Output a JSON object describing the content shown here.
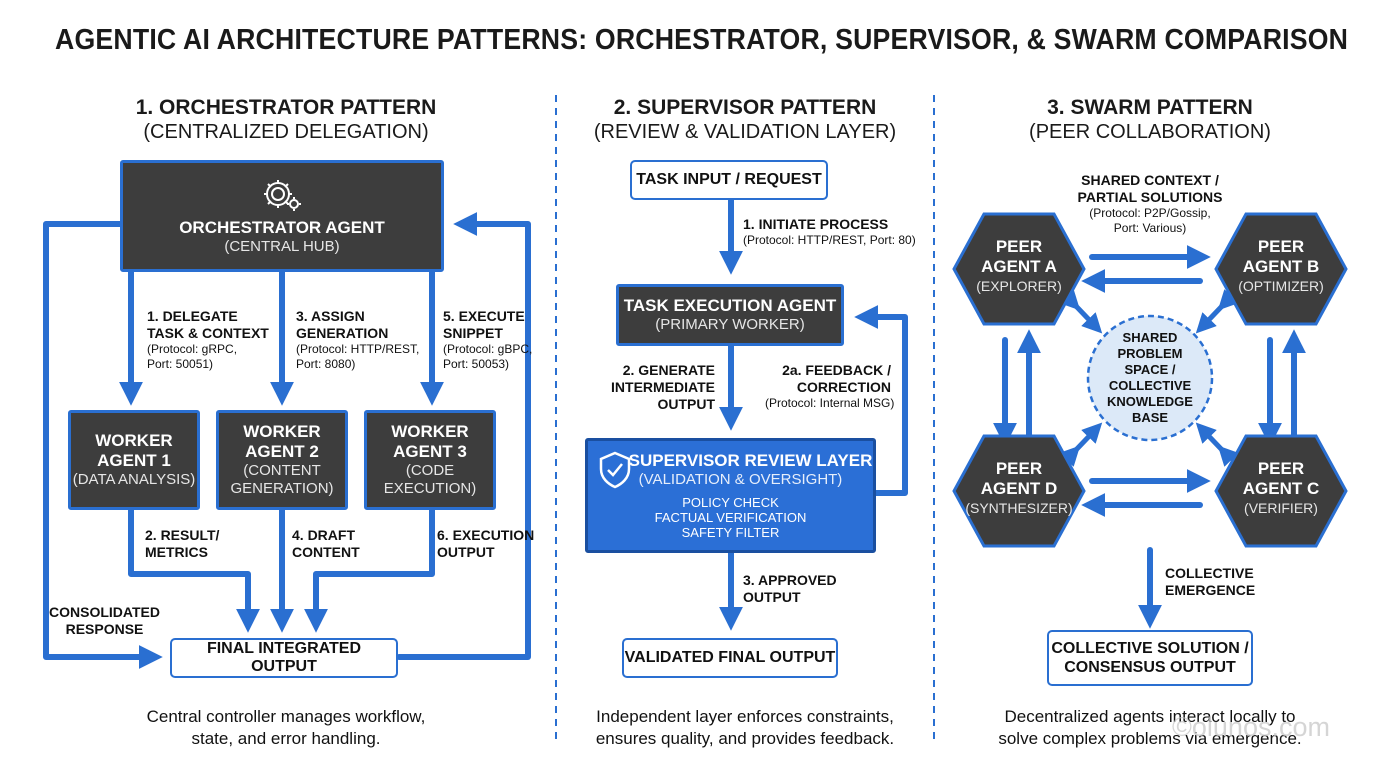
{
  "title": "AGENTIC AI ARCHITECTURE PATTERNS: ORCHESTRATOR, SUPERVISOR, & SWARM COMPARISON",
  "colors": {
    "accent": "#2a6fd1",
    "dark_box": "#3d3d3d",
    "review_layer": "#2b6fd6",
    "swarm_space": "#dce9f8"
  },
  "orchestrator": {
    "title": "1. ORCHESTRATOR PATTERN",
    "subtitle": "(CENTRALIZED DELEGATION)",
    "hub": {
      "icon": "gear-icon",
      "title": "ORCHESTRATOR AGENT",
      "subtitle": "(CENTRAL HUB)"
    },
    "links": [
      {
        "title1": "1. DELEGATE",
        "title2": "TASK & CONTEXT",
        "p1": "(Protocol: gRPC,",
        "p2": "Port: 50051)"
      },
      {
        "title1": "3. ASSIGN",
        "title2": "GENERATION",
        "p1": "(Protocol: HTTP/REST,",
        "p2": "Port: 8080)"
      },
      {
        "title1": "5. EXECUTE",
        "title2": "SNIPPET",
        "p1": "(Protocol: gBPC,",
        "p2": "Port: 50053)"
      }
    ],
    "workers": [
      {
        "l1": "WORKER",
        "l2": "AGENT 1",
        "s1": "(DATA ANALYSIS)",
        "s2": ""
      },
      {
        "l1": "WORKER",
        "l2": "AGENT 2",
        "s1": "(CONTENT",
        "s2": "GENERATION)"
      },
      {
        "l1": "WORKER",
        "l2": "AGENT 3",
        "s1": "(CODE",
        "s2": "EXECUTION)"
      }
    ],
    "returns": [
      {
        "l1": "2. RESULT/",
        "l2": "METRICS"
      },
      {
        "l1": "4. DRAFT",
        "l2": "CONTENT"
      },
      {
        "l1": "6. EXECUTION",
        "l2": "OUTPUT"
      }
    ],
    "consolidated": {
      "l1": "CONSOLIDATED",
      "l2": "RESPONSE"
    },
    "final": "FINAL INTEGRATED OUTPUT",
    "caption": {
      "l1": "Central controller manages workflow,",
      "l2": "state, and error handling."
    }
  },
  "supervisor": {
    "title": "2. SUPERVISOR PATTERN",
    "subtitle": "(REVIEW & VALIDATION LAYER)",
    "input": "TASK INPUT / REQUEST",
    "step1": {
      "title": "1. INITIATE PROCESS",
      "protocol": "(Protocol: HTTP/REST, Port: 80)"
    },
    "execution": {
      "title": "TASK EXECUTION AGENT",
      "subtitle": "(PRIMARY WORKER)"
    },
    "step2": {
      "l1": "2. GENERATE",
      "l2": "INTERMEDIATE",
      "l3": "OUTPUT"
    },
    "feedback": {
      "l1": "2a. FEEDBACK /",
      "l2": "CORRECTION",
      "protocol": "(Protocol: Internal MSG)"
    },
    "review": {
      "icon": "shield-check-icon",
      "title": "SUPERVISOR REVIEW LAYER",
      "subtitle": "(VALIDATION & OVERSIGHT)",
      "checks": [
        "POLICY CHECK",
        "FACTUAL VERIFICATION",
        "SAFETY FILTER"
      ]
    },
    "step3": {
      "l1": "3. APPROVED",
      "l2": "OUTPUT"
    },
    "final": "VALIDATED FINAL OUTPUT",
    "caption": {
      "l1": "Independent layer enforces constraints,",
      "l2": "ensures quality, and provides feedback."
    }
  },
  "swarm": {
    "title": "3. SWARM PATTERN",
    "subtitle": "(PEER COLLABORATION)",
    "shared_label": {
      "l1": "SHARED CONTEXT /",
      "l2": "PARTIAL SOLUTIONS",
      "p1": "(Protocol: P2P/Gossip,",
      "p2": "Port: Various)"
    },
    "agents": {
      "a": {
        "l1": "PEER",
        "l2": "AGENT A",
        "role": "(EXPLORER)"
      },
      "b": {
        "l1": "PEER",
        "l2": "AGENT B",
        "role": "(OPTIMIZER)"
      },
      "d": {
        "l1": "PEER",
        "l2": "AGENT D",
        "role": "(SYNTHESIZER)"
      },
      "c": {
        "l1": "PEER",
        "l2": "AGENT C",
        "role": "(VERIFIER)"
      }
    },
    "center": [
      "SHARED",
      "PROBLEM",
      "SPACE /",
      "COLLECTIVE",
      "KNOWLEDGE",
      "BASE"
    ],
    "emergence": {
      "l1": "COLLECTIVE",
      "l2": "EMERGENCE"
    },
    "final": {
      "l1": "COLLECTIVE SOLUTION /",
      "l2": "CONSENSUS OUTPUT"
    },
    "caption": {
      "l1": "Decentralized agents interact locally to",
      "l2": "solve complex problems via emergence."
    },
    "watermark": "©olunos.com"
  }
}
